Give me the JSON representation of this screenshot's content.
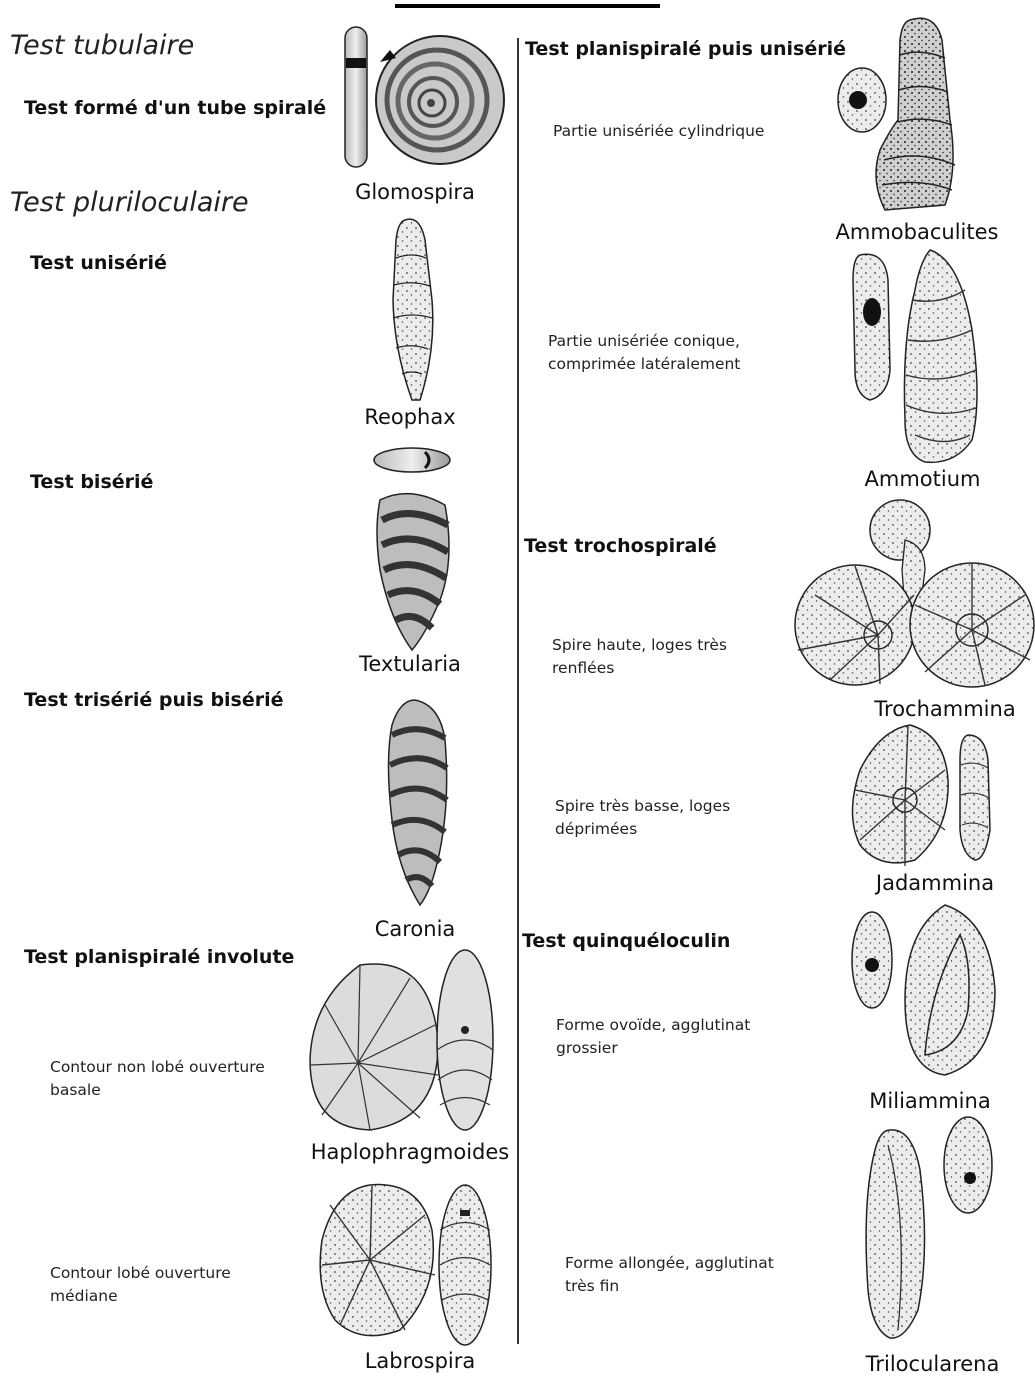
{
  "left": {
    "tubulaire_title": "Test tubulaire",
    "tubulaire_desc": "Test formé d'un tube spiralé",
    "glomospira": "Glomospira",
    "pluriloculaire_title": "Test pluriloculaire",
    "uniserie": "Test unisérié",
    "reophax": "Reophax",
    "biserie": "Test bisérié",
    "textularia": "Textularia",
    "triserie": "Test trisérié puis bisérié",
    "caronia": "Caronia",
    "planispirale_involute": "Test planispiralé involute",
    "contour_non_lobe": [
      "Contour non lobé ouverture",
      "basale"
    ],
    "haplophragmoides": "Haplophragmoides",
    "contour_lobe": [
      "Contour lobé ouverture",
      "médiane"
    ],
    "labrospira": "Labrospira"
  },
  "right": {
    "planispirale_uniserie": "Test planispiralé puis unisérié",
    "partie_cylindrique": "Partie unisériée cylindrique",
    "ammobaculites": "Ammobaculites",
    "partie_conique": [
      "Partie unisériée conique,",
      "comprimée latéralement"
    ],
    "ammotium": "Ammotium",
    "trochospirale": "Test trochospiralé",
    "spire_haute": [
      "Spire haute, loges très",
      "renflées"
    ],
    "trochammina": "Trochammina",
    "spire_basse": [
      "Spire très basse, loges",
      "déprimées"
    ],
    "jadammina": "Jadammina",
    "quinqueloculin": "Test quinquéloculin",
    "forme_ovoide": [
      "Forme ovoïde, agglutinat",
      "grossier"
    ],
    "miliammina": "Miliammina",
    "forme_allongee": [
      "Forme allongée, agglutinat",
      "très fin"
    ],
    "trilocularena": "Trilocularena"
  }
}
